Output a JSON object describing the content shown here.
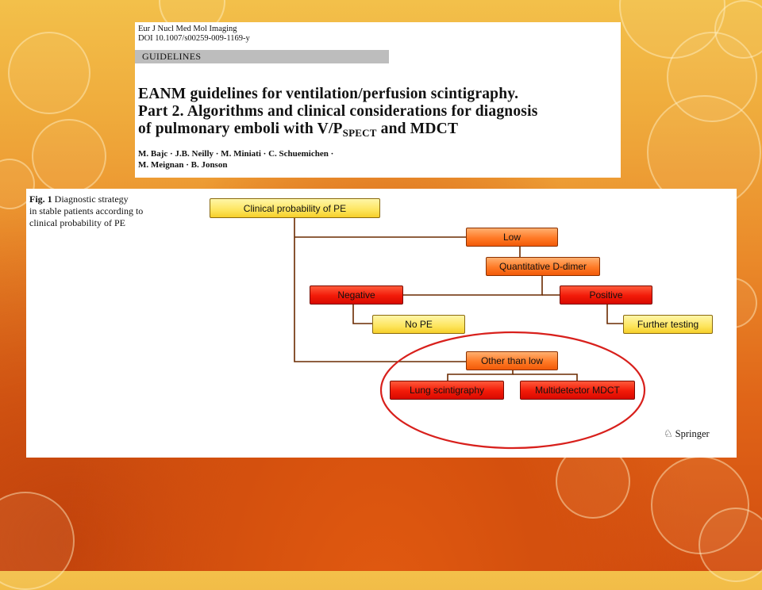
{
  "paper": {
    "journal": "Eur J Nucl Med Mol Imaging",
    "doi": "DOI 10.1007/s00259-009-1169-y",
    "section": "GUIDELINES",
    "title_line1": "EANM guidelines for ventilation/perfusion scintigraphy.",
    "title_line2": "Part 2. Algorithms and clinical considerations for diagnosis",
    "title_line3_pre": "of pulmonary emboli with V/P",
    "title_line3_sub": "SPECT",
    "title_line3_post": " and MDCT",
    "authors_line1": "M. Bajc · J.B. Neilly · M. Miniati · C. Schuemichen ·",
    "authors_line2": "M. Meignan · B. Jonson"
  },
  "figure": {
    "caption_label": "Fig. 1",
    "caption_text1": " Diagnostic strategy",
    "caption_text2": "in stable patients according to",
    "caption_text3": "clinical probability of PE",
    "nodes": {
      "clinical": "Clinical probability of PE",
      "low": "Low",
      "ddimer": "Quantitative D-dimer",
      "negative": "Negative",
      "positive": "Positive",
      "nope": "No PE",
      "further": "Further testing",
      "other": "Other than low",
      "lung": "Lung scintigraphy",
      "mdct": "Multidetector MDCT"
    },
    "publisher": "Springer",
    "colors": {
      "yellow": "#fde55e",
      "orange": "#ff7a26",
      "red": "#f21a08",
      "highlight_circle": "#d8201c"
    }
  }
}
